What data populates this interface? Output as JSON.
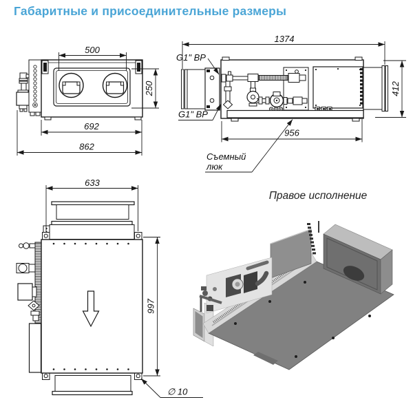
{
  "title": "Габаритные и присоединительные размеры",
  "colors": {
    "title": "#4aa5d6",
    "line": "#1a1a1a"
  },
  "front_view": {
    "dim_spigot_span": "500",
    "dim_height": "250",
    "dim_inner_width": "692",
    "dim_overall_width": "862"
  },
  "side_view": {
    "dim_overall_length": "1374",
    "dim_overall_height": "412",
    "dim_hatch_length": "956",
    "thread_top": "G1\" ВР",
    "thread_bottom": "G1\" ВР",
    "hatch_label_line1": "Съемный",
    "hatch_label_line2": "люк"
  },
  "top_view": {
    "dim_duct_width": "633",
    "dim_body_length": "997",
    "hole_diameter_note": "∅ 10"
  },
  "iso_view": {
    "caption": "Правое исполнение"
  }
}
